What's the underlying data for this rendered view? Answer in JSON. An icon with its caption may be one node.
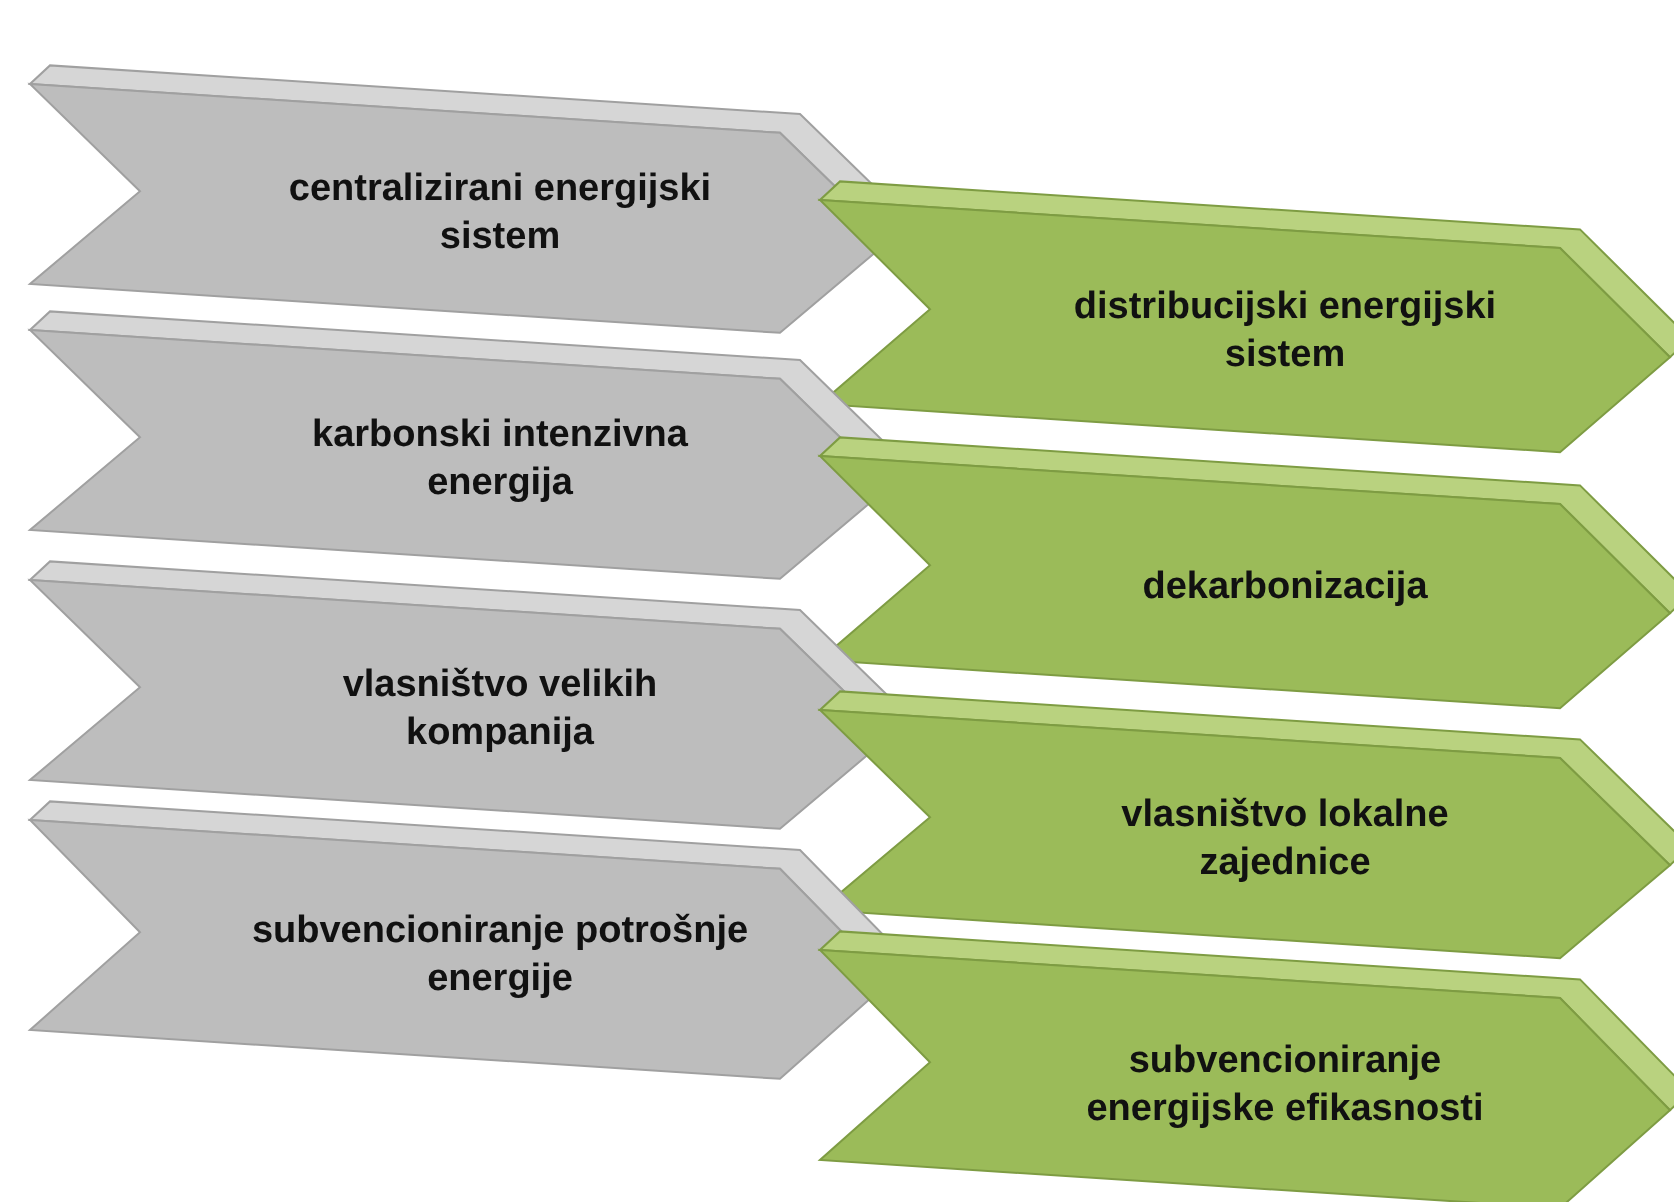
{
  "diagram": {
    "nodes": [
      {
        "text": [
          "centralizirani energijski sistem"
        ]
      },
      {
        "text": [
          "distribucijski energijski sistem"
        ]
      },
      {
        "text": [
          "karbonski intenzivna energija"
        ]
      },
      {
        "text": [
          "dekarbonizacija"
        ]
      },
      {
        "text": [
          "vlasništvo velikih kompanija"
        ]
      },
      {
        "text": [
          "vlasništvo lokalne zajednice"
        ]
      },
      {
        "text": [
          "subvencioniranje potrošnje energije"
        ]
      },
      {
        "text": [
          "subvencioniranje energijske efikasnosti"
        ]
      }
    ]
  }
}
